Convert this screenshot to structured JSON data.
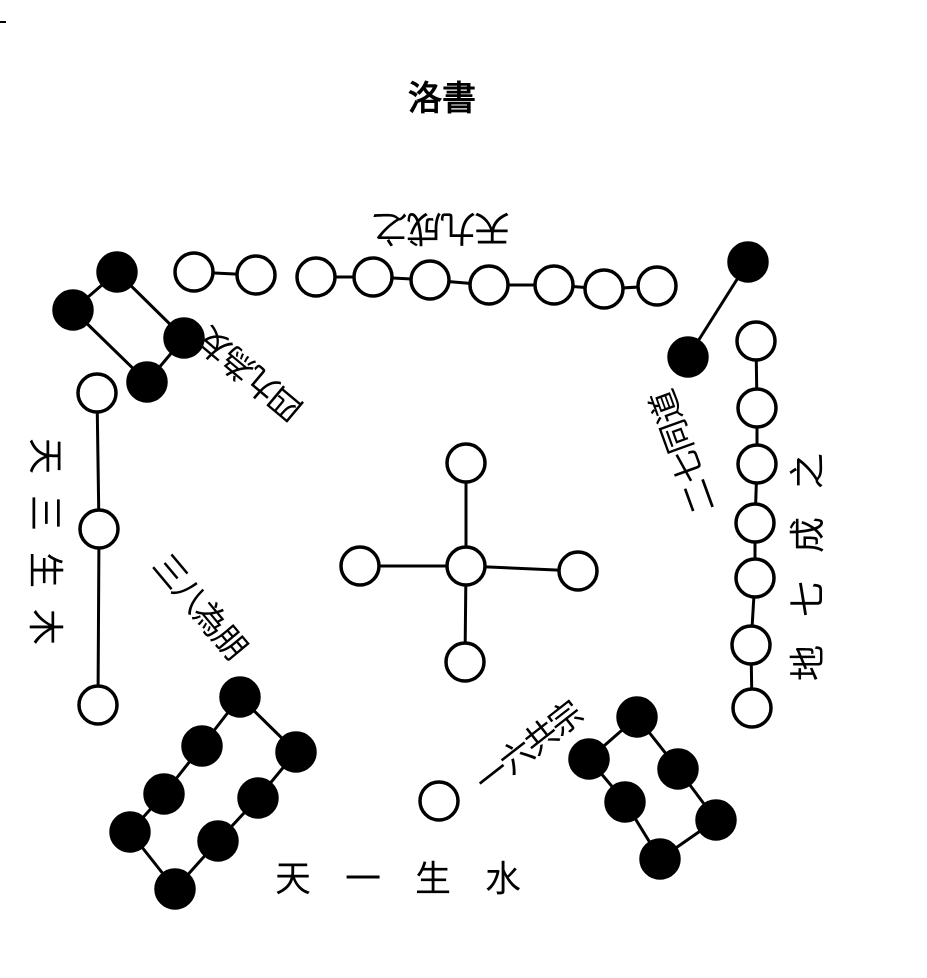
{
  "title": "洛書",
  "labels": {
    "top": "天九成之",
    "upper_left": "四九為友",
    "left": "天三生木",
    "inner_left": "三八為朋",
    "bottom": "天一生水",
    "bottom_center": "一六共宗",
    "upper_right": "二七同道",
    "right": "地七成之"
  },
  "colors": {
    "yang_dot": "#ffffff",
    "yin_dot": "#000000",
    "line": "#000000"
  }
}
